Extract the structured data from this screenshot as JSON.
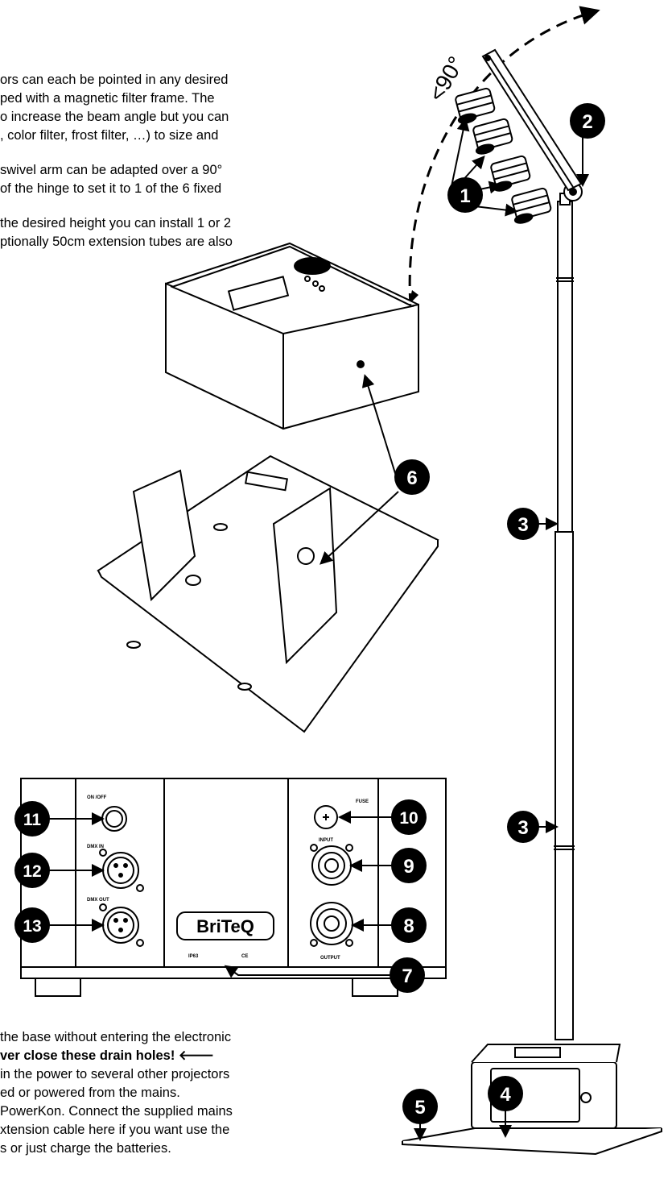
{
  "text": {
    "p1_l1": "ors can each be pointed in any desired",
    "p1_l2": "ped with a magnetic filter frame. The",
    "p1_l3": "o increase the beam angle but you can",
    "p1_l4": ", color filter, frost filter, …) to size and",
    "p2_l1": "swivel arm can be adapted over a 90°",
    "p2_l2": "of the hinge to set it to 1 of the 6 fixed",
    "p3_l1": "the desired height you can install 1 or 2",
    "p3_l2": "ptionally 50cm extension tubes are also",
    "b1_l1": "the base without entering the electronic",
    "b1_l2": "ver close these drain holes! 🡐",
    "b2_l1": "in the power to several other projectors",
    "b2_l2": "ed or powered from the mains.",
    "b3_l1": "PowerKon. Connect the supplied mains",
    "b3_l2": "xtension cable here if you want use the",
    "b3_l3": "s or just charge the batteries."
  },
  "diagram": {
    "angle_label": "<90°",
    "callouts": [
      "1",
      "2",
      "3",
      "3",
      "4",
      "5",
      "6",
      "7",
      "8",
      "9",
      "10",
      "11",
      "12",
      "13"
    ],
    "panel_labels": {
      "on_off": "ON /OFF",
      "dmx_in": "DMX IN",
      "dmx_out": "DMX OUT",
      "fuse": "FUSE",
      "input": "INPUT",
      "output": "OUTPUT",
      "brand": "BriTeQ",
      "ip_rating": "IP63",
      "ce_mark": "CE"
    }
  }
}
